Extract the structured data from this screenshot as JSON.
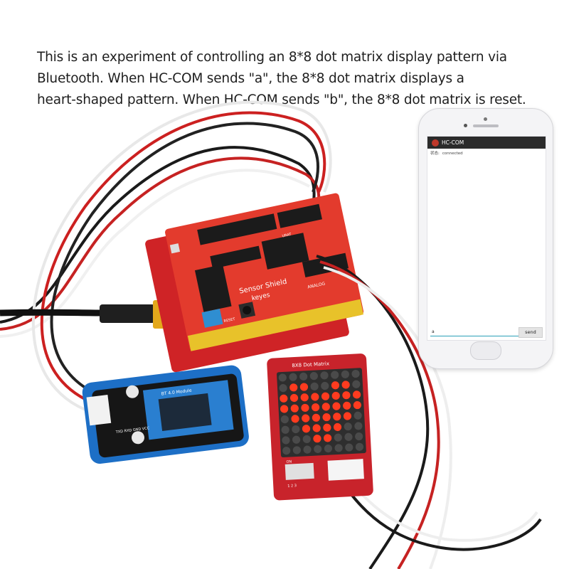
{
  "caption": {
    "line1": "This is an experiment of controlling an 8*8 dot matrix display pattern via",
    "line2": "Bluetooth. When HC-COM sends \"a\", the 8*8 dot matrix displays a",
    "line3": "heart-shaped pattern. When HC-COM sends \"b\", the 8*8 dot matrix is reset."
  },
  "phone": {
    "app_title": "HC-COM",
    "status_label": "状态:",
    "status_value": "connected",
    "input_value": "a",
    "send_label": "send"
  },
  "boards": {
    "shield_name": "Sensor Shield",
    "shield_brand": "keyes",
    "shield_analog": "ANALOG",
    "shield_reset": "RESET",
    "shield_urat": "URAT",
    "matrix_title": "8X8 Dot Matrix",
    "matrix_dip": "ON",
    "matrix_dip_nums": "1 2 3",
    "bt_module": "BT 4.0 Module",
    "bt_pins": "TXD RXD GND VCC"
  },
  "heart_pattern": [
    "00000000",
    "01100110",
    "11111111",
    "11111111",
    "01111110",
    "00111100",
    "00011000",
    "00000000"
  ],
  "colors": {
    "pcb_red": "#d8262a",
    "shield_red": "#de3a2c",
    "bt_blue": "#1e73c8",
    "led_on": "#ff3b1f",
    "led_off": "#4a4a4a"
  }
}
